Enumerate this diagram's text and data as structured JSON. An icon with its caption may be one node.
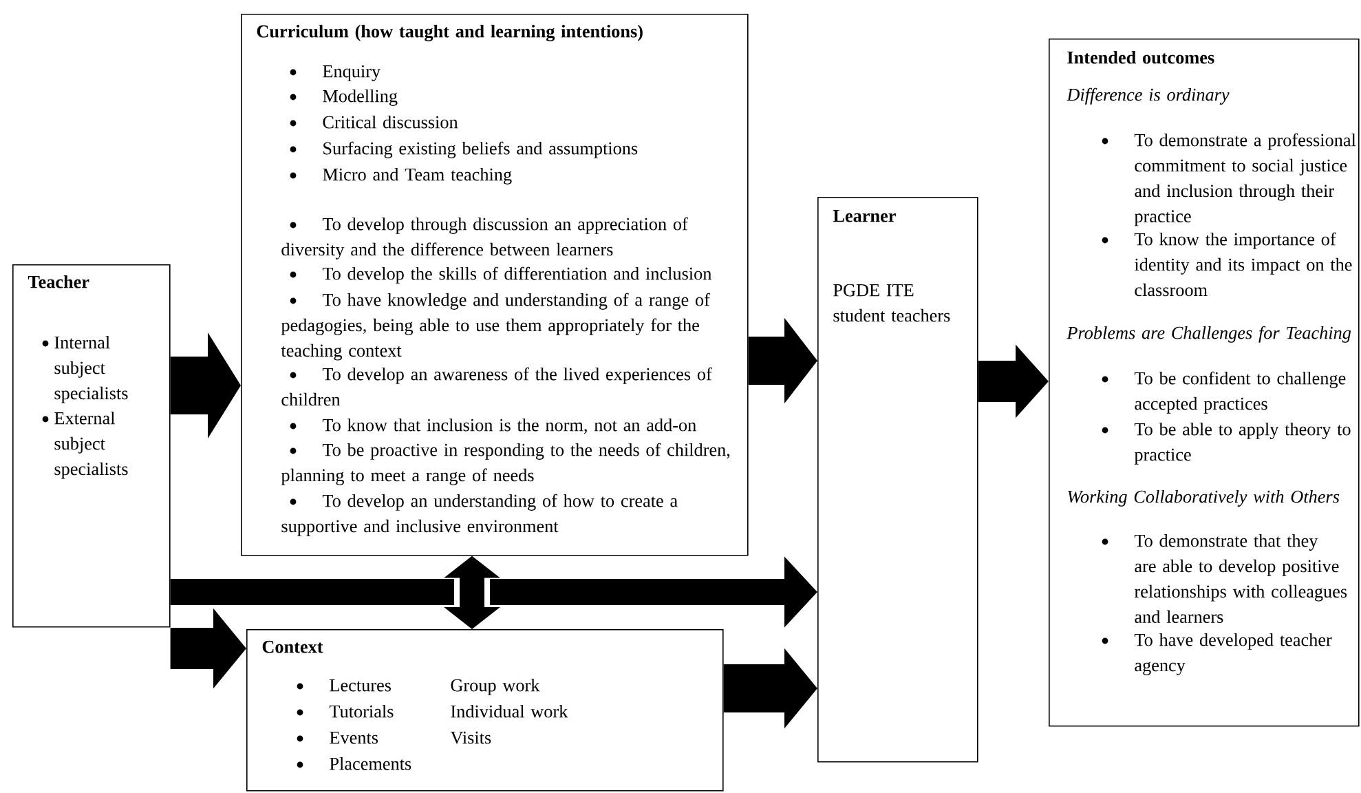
{
  "diagram": {
    "nodes": [
      {
        "text": [
          "Teacher",
          "Internal subject specialists",
          "External subject specialists"
        ]
      },
      {
        "text": [
          "Curriculum (how taught and learning intentions)",
          "Enquiry",
          "Modelling",
          "Critical discussion",
          "Surfacing existing beliefs and assumptions",
          "Micro and Team teaching",
          "To develop through discussion an appreciation of diversity and the difference between learners",
          "To develop the skills of differentiation and inclusion",
          "To have knowledge and understanding of a range of pedagogies, being able to use them appropriately for the teaching context",
          "To develop an awareness of the lived experiences of children",
          "To know that inclusion is the norm, not an add-on",
          "To be proactive in responding to the needs of children, planning to meet a range of needs",
          "To develop an understanding of how to create a supportive and inclusive environment"
        ]
      },
      {
        "text": [
          "Context",
          "Lectures",
          "Group work",
          "Tutorials",
          "Individual work",
          "Events",
          "Visits",
          "Placements"
        ]
      },
      {
        "text": [
          "Learner",
          "PGDE ITE student teachers"
        ]
      },
      {
        "text": [
          "Intended outcomes",
          "Difference is ordinary",
          "To demonstrate a professional commitment to social justice and inclusion through their practice",
          "To know the importance of identity and its impact on the classroom",
          "Problems are Challenges for Teaching",
          "To be confident to challenge accepted practices",
          "To be able to apply theory to practice",
          "Working Collaboratively with Others",
          "To demonstrate that they are able to develop positive relationships with colleagues and learners",
          "To have developed teacher agency"
        ]
      }
    ],
    "edges": [
      {
        "from": 0,
        "to": 1,
        "arrow": "to"
      },
      {
        "from": 0,
        "to": 2,
        "arrow": "to"
      },
      {
        "from": 0,
        "to": 3,
        "arrow": "to"
      },
      {
        "from": 1,
        "to": 2,
        "arrow": "both"
      },
      {
        "from": 1,
        "to": 3,
        "arrow": "to"
      },
      {
        "from": 2,
        "to": 3,
        "arrow": "to"
      },
      {
        "from": 3,
        "to": 4,
        "arrow": "to"
      }
    ]
  }
}
